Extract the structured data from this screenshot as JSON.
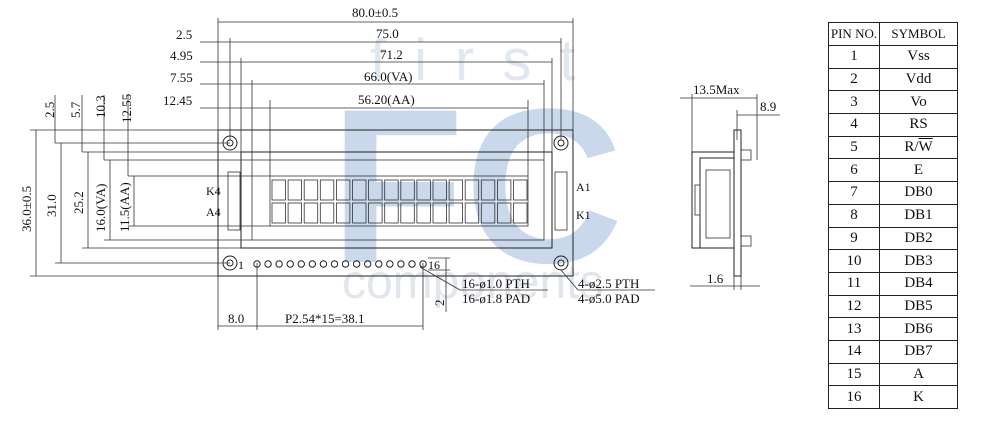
{
  "watermark": {
    "top_word": "first",
    "logo_letters": "FC",
    "bottom_word": "components",
    "color": "#c9d8ea"
  },
  "front_view": {
    "dims_horizontal": [
      "80.0±0.5",
      "75.0",
      "71.2",
      "66.0(VA)",
      "56.20(AA)"
    ],
    "dims_left_offsets": [
      "2.5",
      "4.95",
      "7.55",
      "12.45"
    ],
    "dims_top_offsets": [
      "2.5",
      "5.7",
      "10.3",
      "12.55"
    ],
    "dims_vertical": [
      "36.0±0.5",
      "31.0",
      "25.2",
      "16.0(VA)",
      "11.5(AA)"
    ],
    "label_k4": "K4",
    "label_a4": "A4",
    "label_a1": "A1",
    "label_k1": "K1",
    "pin_first": "1",
    "pin_last": "16",
    "pin_pth": "16-ø1.0 PTH",
    "pin_pad": "16-ø1.8 PAD",
    "hole_pth": "4-ø2.5 PTH",
    "hole_pad": "4-ø5.0 PAD",
    "dim_pitch_offset": "8.0",
    "dim_pitch": "P2.54*15=38.1",
    "dim_pin_row": "2",
    "char_count": 16
  },
  "side_view": {
    "dim_thickness": "13.5Max",
    "dim_depth": "8.9",
    "dim_pcb": "1.6"
  },
  "pin_table": {
    "header_pin": "PIN NO.",
    "header_symbol": "SYMBOL",
    "rows": [
      {
        "pin": "1",
        "symbol": "Vss"
      },
      {
        "pin": "2",
        "symbol": "Vdd"
      },
      {
        "pin": "3",
        "symbol": "Vo"
      },
      {
        "pin": "4",
        "symbol": "RS"
      },
      {
        "pin": "5",
        "symbol": "R/W"
      },
      {
        "pin": "6",
        "symbol": "E"
      },
      {
        "pin": "7",
        "symbol": "DB0"
      },
      {
        "pin": "8",
        "symbol": "DB1"
      },
      {
        "pin": "9",
        "symbol": "DB2"
      },
      {
        "pin": "10",
        "symbol": "DB3"
      },
      {
        "pin": "11",
        "symbol": "DB4"
      },
      {
        "pin": "12",
        "symbol": "DB5"
      },
      {
        "pin": "13",
        "symbol": "DB6"
      },
      {
        "pin": "14",
        "symbol": "DB7"
      },
      {
        "pin": "15",
        "symbol": "A"
      },
      {
        "pin": "16",
        "symbol": "K"
      }
    ]
  }
}
